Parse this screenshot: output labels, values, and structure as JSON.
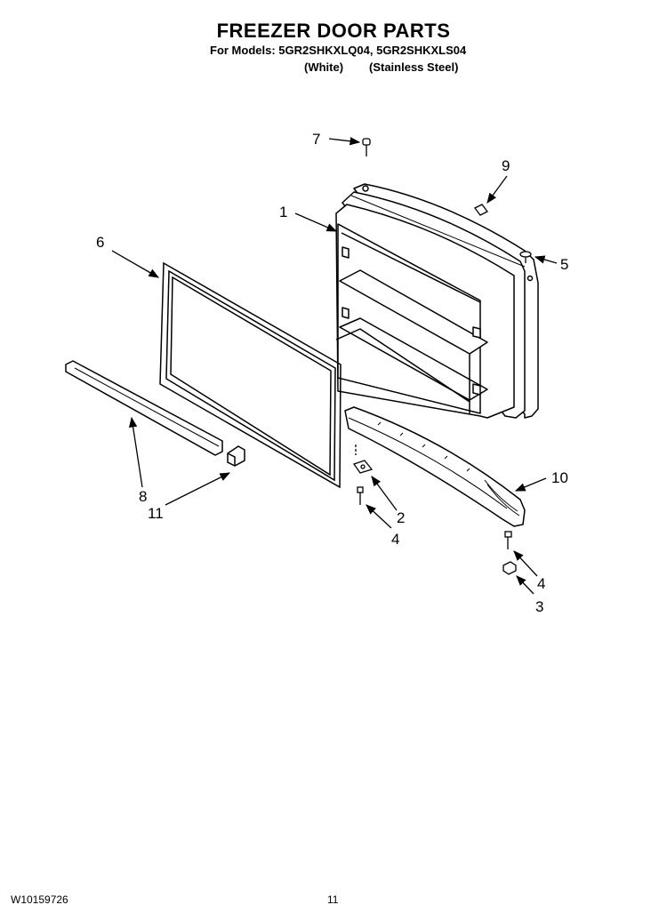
{
  "header": {
    "title": "FREEZER DOOR PARTS",
    "models_line": "For Models: 5GR2SHKXLQ04, 5GR2SHKXLS04",
    "variant_1": "(White)",
    "variant_2": "(Stainless Steel)"
  },
  "footer": {
    "doc_number": "W10159726",
    "page_number": "11"
  },
  "callouts": {
    "c1": "1",
    "c2": "2",
    "c3": "3",
    "c4a": "4",
    "c4b": "4",
    "c5": "5",
    "c6": "6",
    "c7": "7",
    "c8": "8",
    "c9": "9",
    "c10": "10",
    "c11": "11"
  }
}
